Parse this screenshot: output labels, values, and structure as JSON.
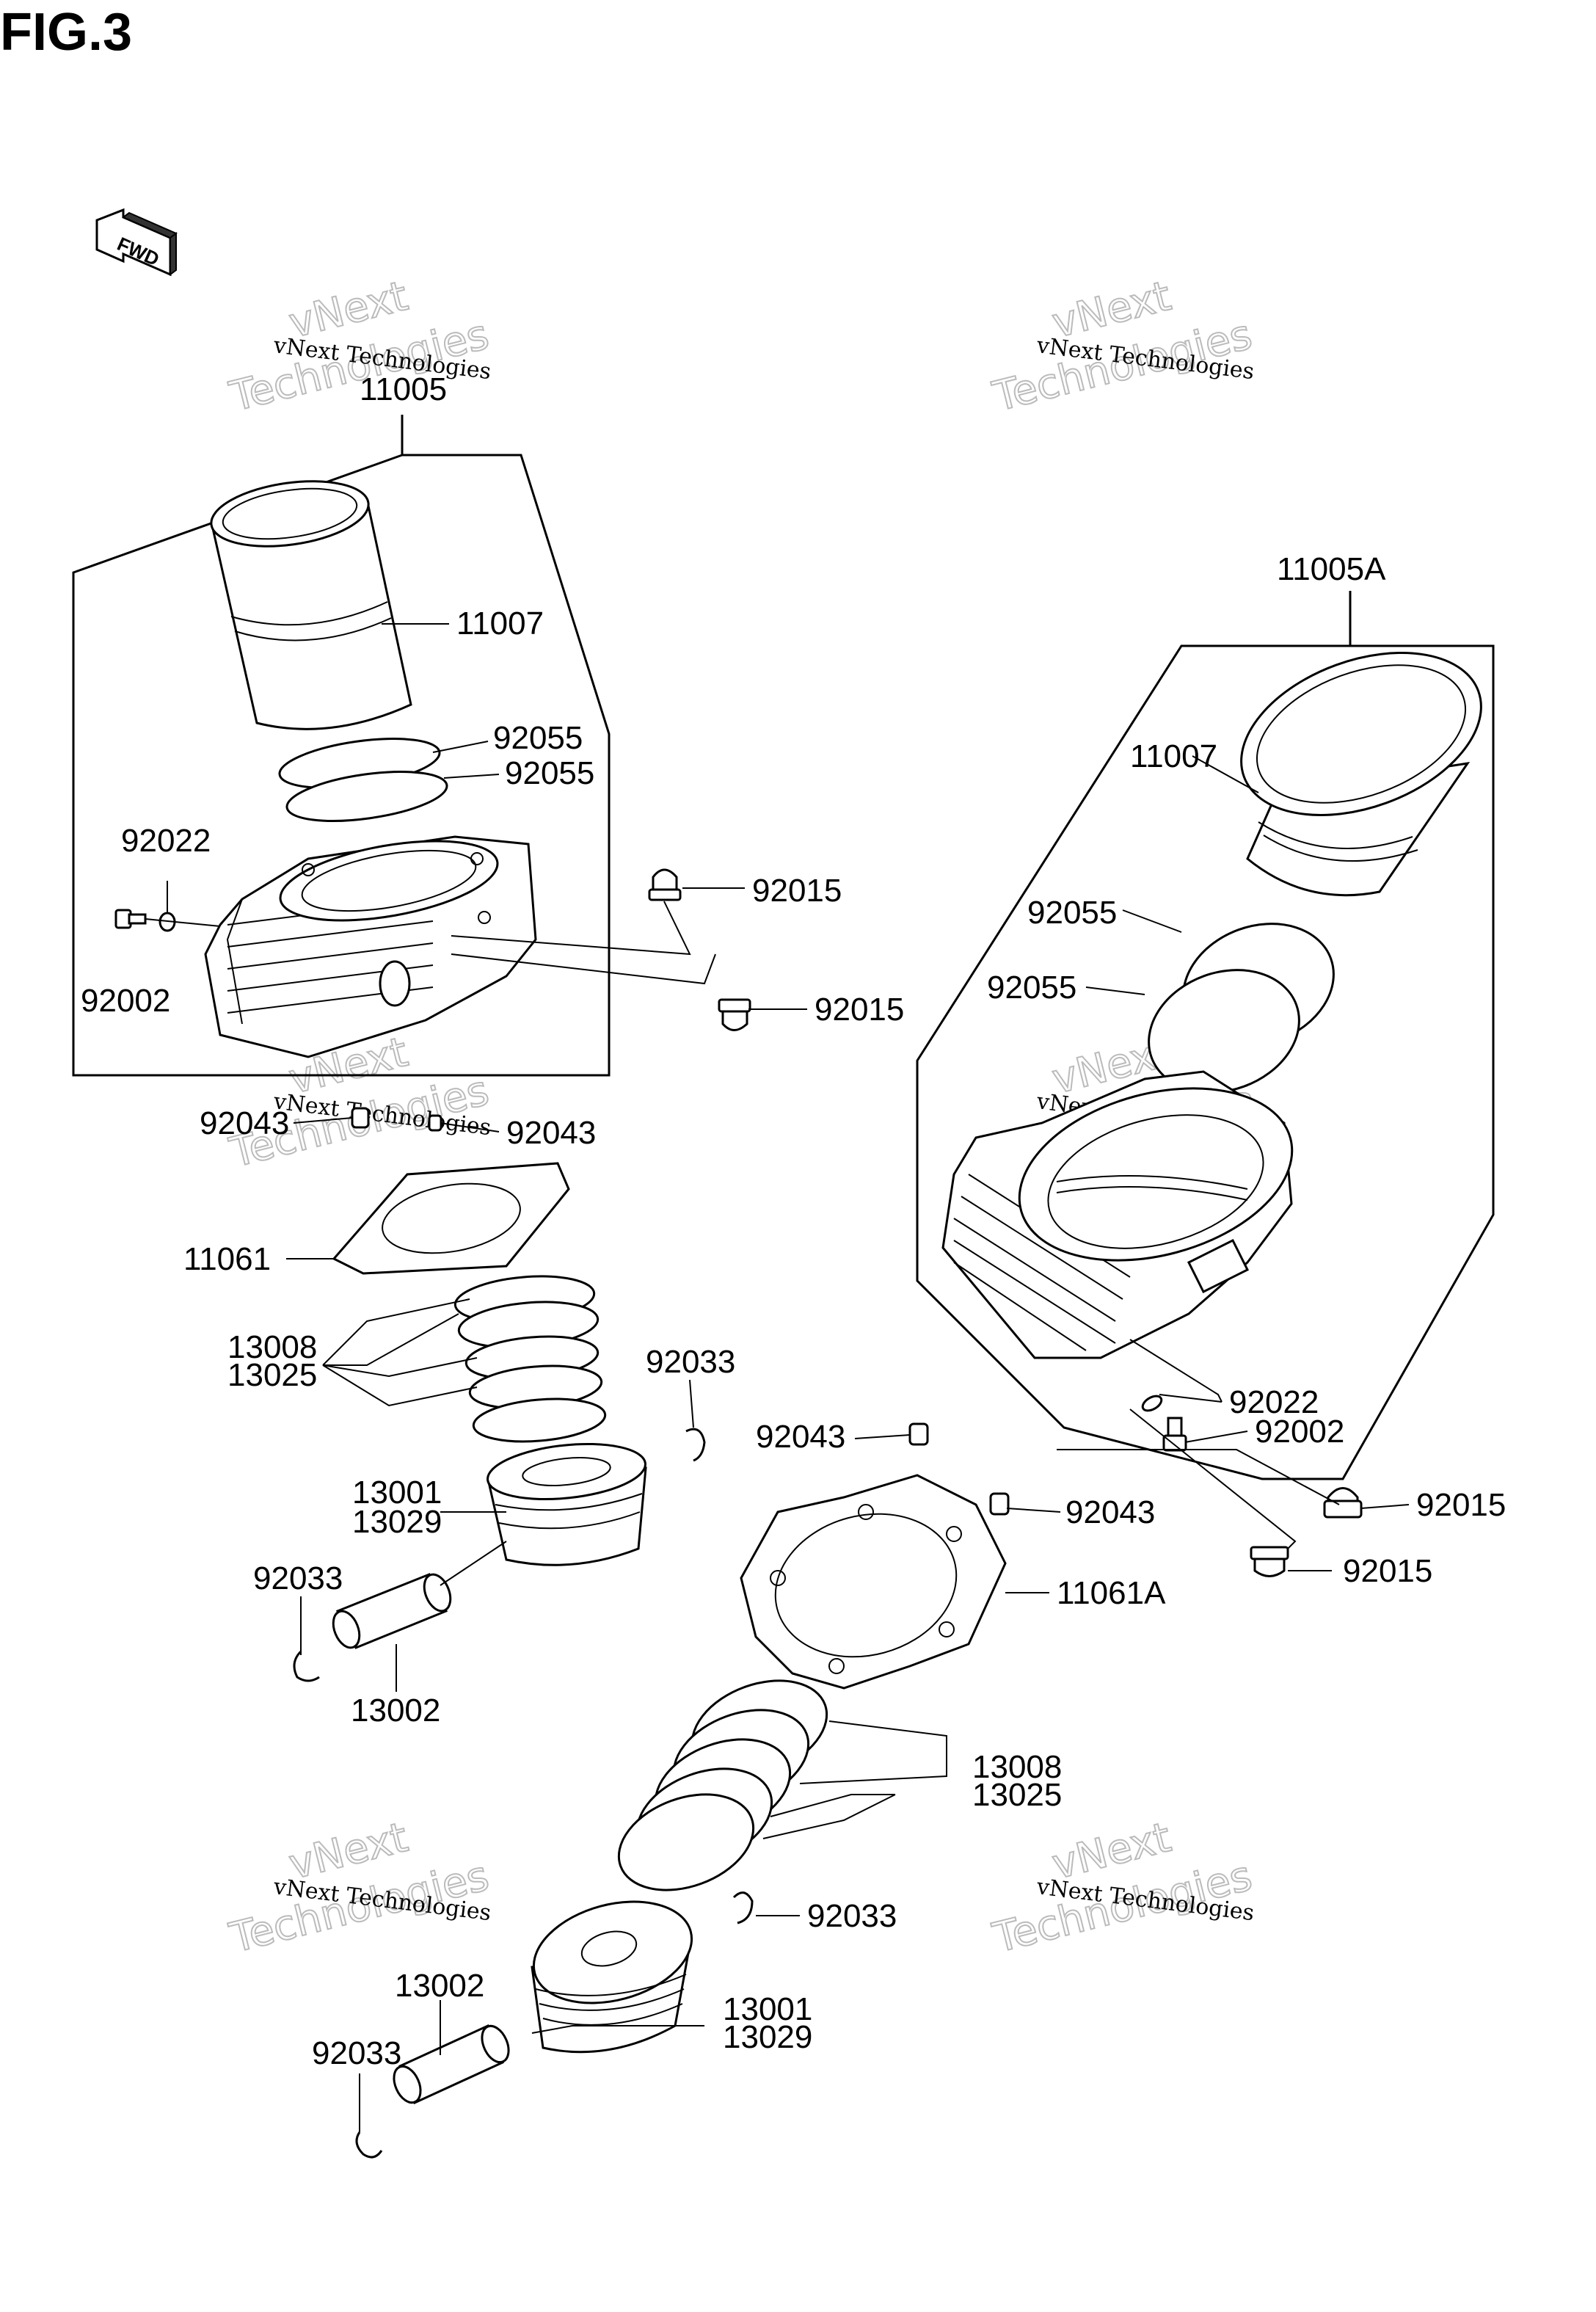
{
  "figure": {
    "title": "FIG.3",
    "fwd_badge": "FWD"
  },
  "watermark": {
    "line1": "vNext Technologies",
    "line2": "vNext",
    "line3": "Technologies"
  },
  "labels": {
    "top_11005": "11005",
    "top_11007": "11007",
    "top_92055_a": "92055",
    "top_92055_b": "92055",
    "top_92022": "92022",
    "top_92002": "92002",
    "top_92015_a": "92015",
    "top_92015_b": "92015",
    "top_92043_a": "92043",
    "top_92043_b": "92043",
    "top_11061": "11061",
    "top_13008": "13008",
    "top_13025": "13025",
    "top_92033_a": "92033",
    "top_13001": "13001",
    "top_13029": "13029",
    "top_92033_b": "92033",
    "top_13002": "13002",
    "rear_11005A": "11005A",
    "rear_11007": "11007",
    "rear_92055_a": "92055",
    "rear_92055_b": "92055",
    "rear_92022": "92022",
    "rear_92002": "92002",
    "rear_92043_a": "92043",
    "rear_92043_b": "92043",
    "rear_92015_a": "92015",
    "rear_92015_b": "92015",
    "rear_11061A": "11061A",
    "rear_13008": "13008",
    "rear_13025": "13025",
    "rear_92033_a": "92033",
    "rear_13002": "13002",
    "rear_13001": "13001",
    "rear_13029": "13029",
    "rear_92033_b": "92033"
  }
}
